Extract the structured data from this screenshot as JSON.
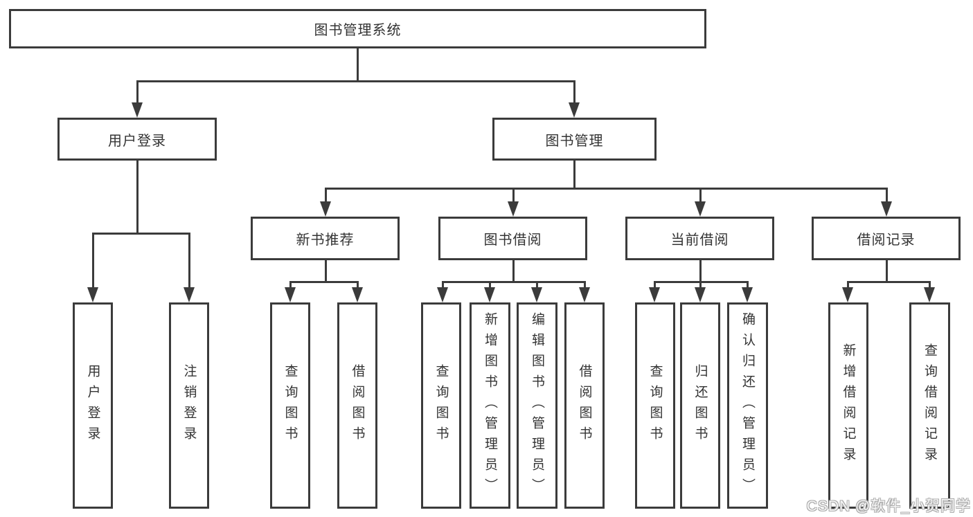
{
  "colors": {
    "line": "#3b3b3b",
    "text": "#333333",
    "background": "#ffffff",
    "watermark_outline": "#ababab"
  },
  "nodes": {
    "root": {
      "label": "图书管理系统"
    },
    "user_login": {
      "label": "用户登录"
    },
    "book_management": {
      "label": "图书管理"
    },
    "user_login_action": {
      "label": "用户登录"
    },
    "logout_action": {
      "label": "注销登录"
    },
    "new_book_recommend": {
      "label": "新书推荐"
    },
    "book_borrow": {
      "label": "图书借阅"
    },
    "current_borrow": {
      "label": "当前借阅"
    },
    "borrow_records": {
      "label": "借阅记录"
    },
    "nb_query_books": {
      "label": "查询图书"
    },
    "nb_borrow_books": {
      "label": "借阅图书"
    },
    "bb_query_books": {
      "label": "查询图书"
    },
    "bb_add_books": {
      "label": "新增图书（管理员）"
    },
    "bb_edit_books": {
      "label": "编辑图书（管理员）"
    },
    "bb_borrow_books": {
      "label": "借阅图书"
    },
    "cb_query_books": {
      "label": "查询图书"
    },
    "cb_return_books": {
      "label": "归还图书"
    },
    "cb_confirm_return": {
      "label": "确认归还（管理员）"
    },
    "br_add_record": {
      "label": "新增借阅记录"
    },
    "br_query_record": {
      "label": "查询借阅记录"
    }
  },
  "watermark": {
    "text": "CSDN @软件_小贺同学"
  }
}
